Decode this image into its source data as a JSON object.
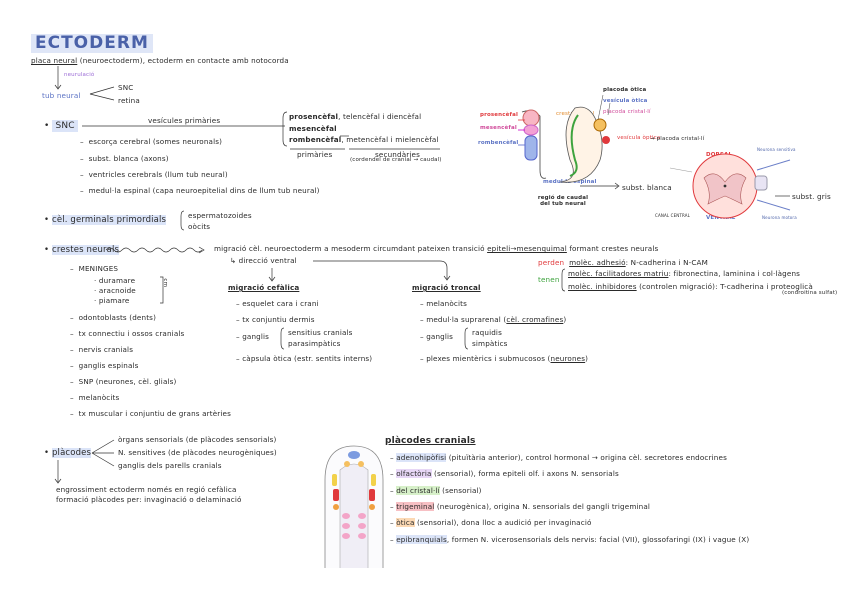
{
  "title": "ECTODERM",
  "placa": {
    "term": "placa neural",
    "desc": "(neuroectoderm), ectoderm en contacte amb notocorda",
    "neurulacio": "neurulació",
    "tub": "tub neural",
    "snc": "SNC",
    "retina": "retina"
  },
  "snc": {
    "bullet": "•",
    "label": "SNC",
    "vesicules_label": "vesícules primàries",
    "items": [
      "escorça cerebral (somes neuronals)",
      "subst. blanca (axons)",
      "ventricles cerebrals (llum tub neural)",
      "medul·la espinal (capa neuroepitelial dins de llum tub neural)"
    ],
    "vesicles": [
      {
        "name": "prosencèfal",
        "rest": "telencèfal i diencèfal"
      },
      {
        "name": "mesencèfal",
        "rest": ""
      },
      {
        "name": "rombencèfal",
        "rest": "metencèfal i mielencèfal"
      }
    ],
    "primaries": "primàries",
    "secundaries": "secundàries",
    "secundaries_note": "(cordendel de cranial → caudal)"
  },
  "germinals": {
    "label": "cèl. germinals primordials",
    "items": [
      "espermatozoides",
      "oòcits"
    ]
  },
  "crestes": {
    "label": "crestes neurals",
    "desc": "migració cèl. neuroectoderm a mesoderm circumdant pateixen transició",
    "epiteli": "epiteli→mesenquimal",
    "formant": "formant crestes neurals",
    "direccio": "direcció ventral",
    "list": [
      "MENINGES",
      "odontoblasts (dents)",
      "tx connectiu i ossos cranials",
      "nervis cranials",
      "ganglis espinals",
      "SNP (neurones, cèl. glials)",
      "melanòcits",
      "tx muscular i conjuntiu de grans artèries"
    ],
    "meninges": [
      "· duramare",
      "· aracnoide",
      "· piamare"
    ],
    "meninges_side": "cm",
    "cefalica_title": "migració cefàlica",
    "cefalica": [
      "esquelet cara i crani",
      "tx conjuntiu dermis",
      "ganglis",
      "càpsula òtica (estr. sentits interns)"
    ],
    "ganglis_cef": [
      "sensitius cranials",
      "parasimpàtics"
    ],
    "troncal_title": "migració troncal",
    "troncal": [
      "melanòcits",
      "medul·la suprarenal (",
      "ganglis",
      "plexes mientèrics i submucosos ("
    ],
    "cromafines": "cèl. cromafines",
    "neurones": "neurones",
    "ganglis_tron": [
      "raquidis",
      "simpàtics"
    ],
    "perden": "perden",
    "molec_adhesio": "molèc. adhesió",
    "adhesio_rest": ": N-cadherina i N-CAM",
    "tenen": "tenen",
    "molec_fac": "molèc. facilitadores matriu",
    "fac_rest": ": fibronectina, laminina i col·làgens",
    "molec_inh": "molèc. inhibidores",
    "inh_rest": "(controlen migració): T-cadherina i proteoglicà",
    "inh_note": "(condroitina sulfat)"
  },
  "placodes": {
    "label": "plàcodes",
    "items": [
      "òrgans sensorials (de plàcodes sensorials)",
      "N. sensitives (de plàcodes neurogèniques)",
      "ganglis dels parells cranials"
    ],
    "engr1": "engrossiment ectoderm només en regió cefàlica",
    "engr2": "formació plàcodes per: invaginació o delaminació",
    "cranials_title": "plàcodes cranials",
    "cranials": [
      {
        "term": "adenohipòfisi",
        "rest": "(pituïtària anterior), control hormonal → origina cèl. secretores endocrines",
        "hl": "hl-blue"
      },
      {
        "term": "olfactòria",
        "rest": "(sensorial), forma epiteli olf. i axons N. sensorials",
        "hl": "hl-purple"
      },
      {
        "term": "del cristal·lí",
        "rest": "(sensorial)",
        "hl": "hl-green"
      },
      {
        "term": "trigeminal",
        "rest": "(neurogènica), origina N. sensorials del gangli trigeminal",
        "hl": "hl-red"
      },
      {
        "term": "òtica",
        "rest": "(sensorial), dona lloc a audició per invaginació",
        "hl": "hl-orange"
      },
      {
        "term": "epibranquials",
        "rest": "formen N. vicerosensorials dels nervis: facial (VII), glossofaringi (IX) i vague (X)",
        "hl": "hl-blue"
      }
    ]
  },
  "diagram": {
    "prosencefal": "prosencèfal",
    "mesencefal": "mesencèfal",
    "rombencefal": "rombencèfal",
    "placoda_otica": "placoda òtica",
    "vesicula_otica": "vesícula òtica",
    "cresta_neural": "cresta neural",
    "regio_caudal": "regió de caudal del tub neural",
    "medulla_espinal": "medul·la espinal",
    "placoda_cristal": "placoda cristal·lí",
    "vesicula_optica": "vesícula òptica",
    "placoda_cristal2": "→ placoda cristal·lí",
    "subst_blanca": "subst. blanca",
    "subst_gris": "subst. gris",
    "dorsal": "DORSAL",
    "ventral": "VENTRAL",
    "neurona_sensitiva": "Neurona sensitiva",
    "canal_central": "CANAL CENTRAL",
    "neurona_motora": "Neurona motora"
  },
  "colors": {
    "title": "#4a61a8",
    "accent": "#5b72c4",
    "red": "#e0393c",
    "green": "#3ea33e"
  }
}
